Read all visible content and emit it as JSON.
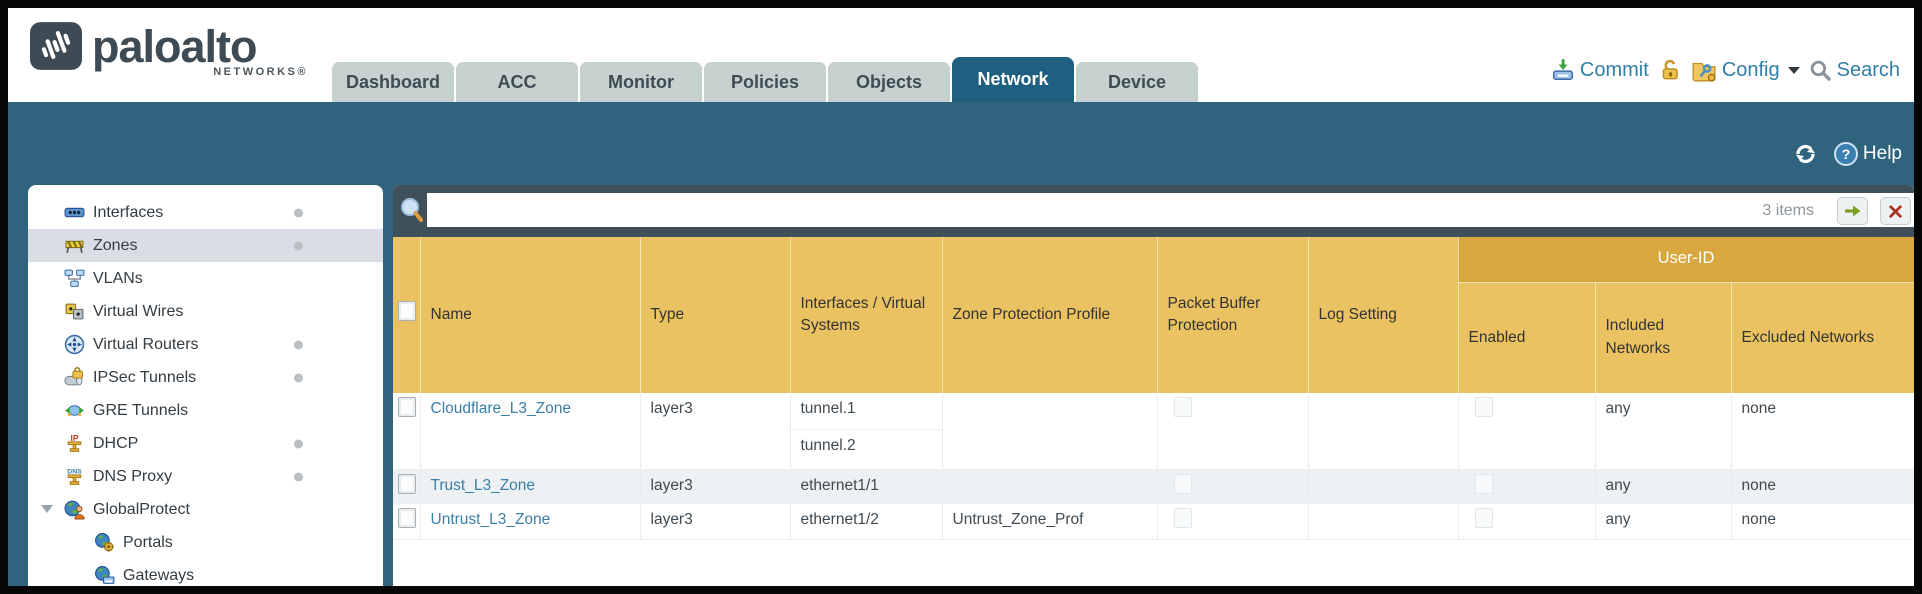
{
  "brand": {
    "name": "paloalto",
    "networks": "NETWORKS®"
  },
  "tabs": [
    {
      "label": "Dashboard",
      "active": false
    },
    {
      "label": "ACC",
      "active": false
    },
    {
      "label": "Monitor",
      "active": false
    },
    {
      "label": "Policies",
      "active": false
    },
    {
      "label": "Objects",
      "active": false
    },
    {
      "label": "Network",
      "active": true
    },
    {
      "label": "Device",
      "active": false
    }
  ],
  "utils": {
    "commit": "Commit",
    "config": "Config",
    "search": "Search"
  },
  "toolbar": {
    "help": "Help"
  },
  "filter": {
    "count": "3 items",
    "value": ""
  },
  "sidebar": {
    "items": [
      {
        "label": "Interfaces",
        "dot": true
      },
      {
        "label": "Zones",
        "dot": true,
        "selected": true
      },
      {
        "label": "VLANs"
      },
      {
        "label": "Virtual Wires"
      },
      {
        "label": "Virtual Routers",
        "dot": true
      },
      {
        "label": "IPSec Tunnels",
        "dot": true
      },
      {
        "label": "GRE Tunnels"
      },
      {
        "label": "DHCP",
        "dot": true
      },
      {
        "label": "DNS Proxy",
        "dot": true
      },
      {
        "label": "GlobalProtect",
        "expanded": true
      },
      {
        "label": "Portals",
        "child": true
      },
      {
        "label": "Gateways",
        "child": true
      }
    ]
  },
  "table": {
    "group_header": "User-ID",
    "columns": {
      "name": "Name",
      "type": "Type",
      "interfaces": "Interfaces / Virtual Systems",
      "zone_protection": "Zone Protection Profile",
      "packet_buffer": "Packet Buffer Protection",
      "log_setting": "Log Setting",
      "enabled": "Enabled",
      "included": "Included Networks",
      "excluded": "Excluded Networks"
    },
    "rows": [
      {
        "name": "Cloudflare_L3_Zone",
        "type": "layer3",
        "interfaces": [
          "tunnel.1",
          "tunnel.2"
        ],
        "zone_protection": "",
        "log_setting": "",
        "included": "any",
        "excluded": "none"
      },
      {
        "name": "Trust_L3_Zone",
        "type": "layer3",
        "interfaces": [
          "ethernet1/1"
        ],
        "zone_protection": "",
        "log_setting": "",
        "included": "any",
        "excluded": "none"
      },
      {
        "name": "Untrust_L3_Zone",
        "type": "layer3",
        "interfaces": [
          "ethernet1/2"
        ],
        "zone_protection": "Untrust_Zone_Prof",
        "log_setting": "",
        "included": "any",
        "excluded": "none"
      }
    ]
  },
  "colors": {
    "teal": "#30637d",
    "active_tab": "#1f5f7f",
    "table_header": "#ebc261",
    "table_header_group": "#d8a73e",
    "link": "#3b7ea6",
    "filter_band": "#40505a"
  }
}
